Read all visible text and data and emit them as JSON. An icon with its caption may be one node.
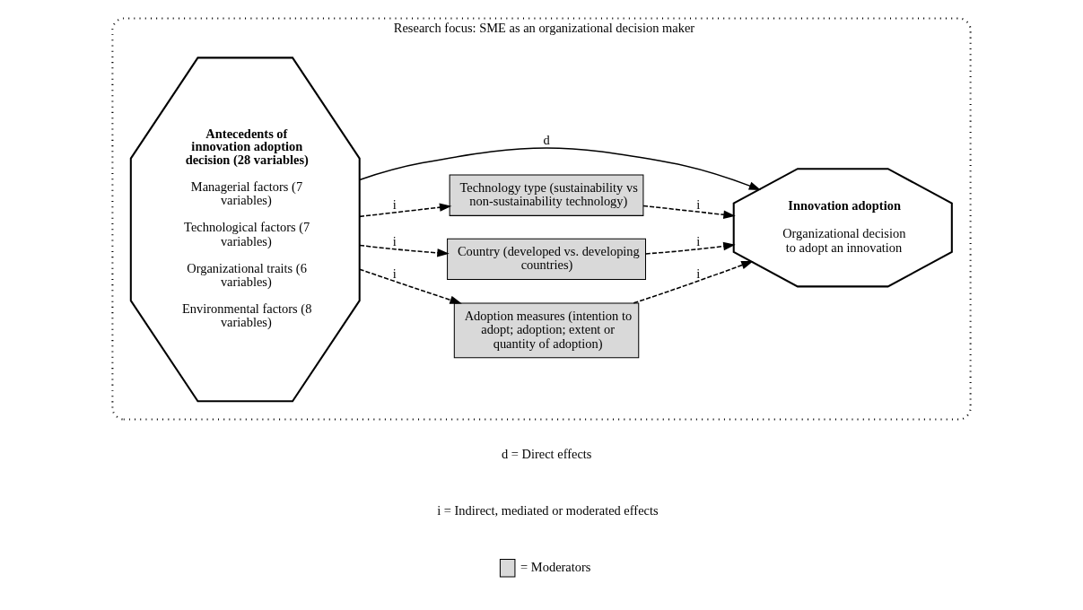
{
  "diagram": {
    "nodes": [
      {
        "text": [
          "Research focus: SME as an organizational decision maker"
        ]
      },
      {
        "text": [
          "Antecedents of innovation adoption decision (28 variables)",
          "Managerial factors (7 variables)",
          "Technological factors (7 variables)",
          "Organizational traits (6 variables)",
          "Environmental factors (8 variables)"
        ],
        "in": 0
      },
      {
        "text": [
          "Adoption measures (intention to adopt; adoption; extent or quantity of adoption)"
        ],
        "in": 0
      },
      {
        "text": [
          "Country (developed vs. developing countries)"
        ],
        "in": 0
      },
      {
        "text": [
          "Technology type (sustainability vs non-sustainability technology)"
        ],
        "in": 0
      },
      {
        "text": [
          "Innovation adoption",
          "Organizational decision to adopt an innovation"
        ],
        "in": 0
      }
    ],
    "edges": [
      {
        "from": 1,
        "to": 5,
        "arrow": "to",
        "label": "d"
      },
      {
        "from": 1,
        "to": 2,
        "arrow": "to",
        "label": "i",
        "style": "dashed"
      },
      {
        "from": 2,
        "to": 5,
        "arrow": "to",
        "label": "i",
        "style": "dashed"
      },
      {
        "from": 1,
        "to": 3,
        "arrow": "to",
        "label": "i",
        "style": "dashed"
      },
      {
        "from": 3,
        "to": 5,
        "arrow": "to",
        "label": "i",
        "style": "dashed"
      },
      {
        "from": 1,
        "to": 4,
        "arrow": "to",
        "label": "i",
        "style": "dashed"
      },
      {
        "from": 4,
        "to": 5,
        "arrow": "to",
        "label": "i",
        "style": "dashed"
      }
    ],
    "labels": [
      "d = Direct effects",
      "i = Indirect, mediated or moderated effects"
    ],
    "legend": [
      {
        "text": "= Moderators",
        "color": "#d9d9d9"
      }
    ]
  }
}
